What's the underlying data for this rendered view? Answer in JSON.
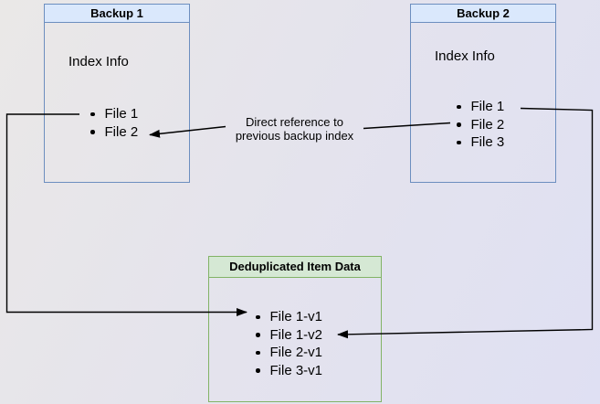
{
  "backup1": {
    "title": "Backup 1",
    "subtitle": "Index Info",
    "items": [
      "File 1",
      "File 2"
    ]
  },
  "backup2": {
    "title": "Backup 2",
    "subtitle": "Index Info",
    "items": [
      "File 1",
      "File 2",
      "File 3"
    ]
  },
  "dedup": {
    "title": "Deduplicated Item Data",
    "items": [
      "File 1-v1",
      "File 1-v2",
      "File 2-v1",
      "File 3-v1"
    ]
  },
  "annotation": {
    "line1": "Direct reference to",
    "line2": "previous backup index"
  },
  "colors": {
    "blue_fill": "#dae8fc",
    "blue_border": "#6c8ebf",
    "green_fill": "#d5e8d4",
    "green_border": "#82b366",
    "arrow": "#000000",
    "background_start": "#eae8e7",
    "background_end": "#dfe0f3"
  }
}
